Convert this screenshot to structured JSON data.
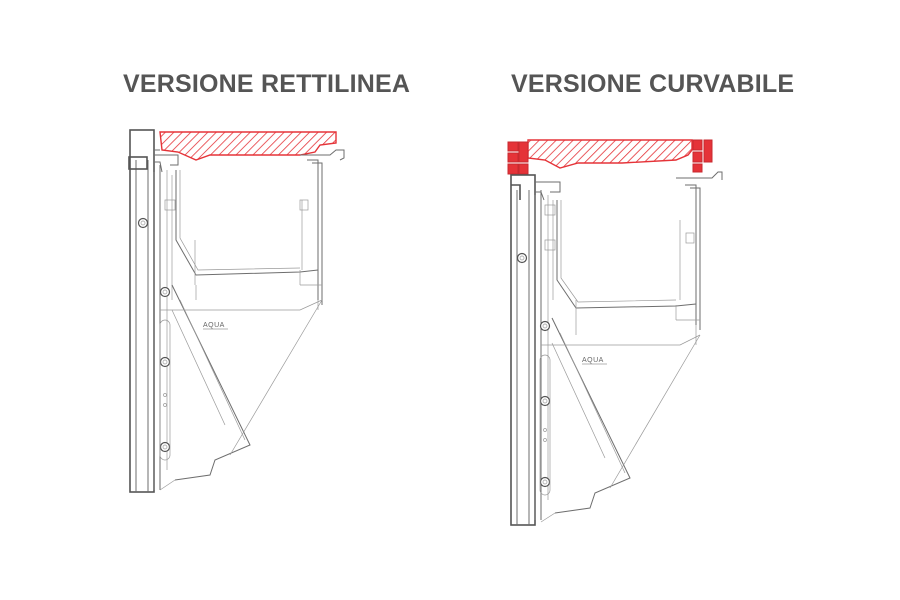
{
  "titles": {
    "left": "VERSIONE RETTILINEA",
    "right": "VERSIONE CURVABILE"
  },
  "logo_text": "AQUA",
  "colors": {
    "profile_red": "#e53338",
    "line_gray": "#6e6e6e",
    "title_gray": "#555555"
  }
}
